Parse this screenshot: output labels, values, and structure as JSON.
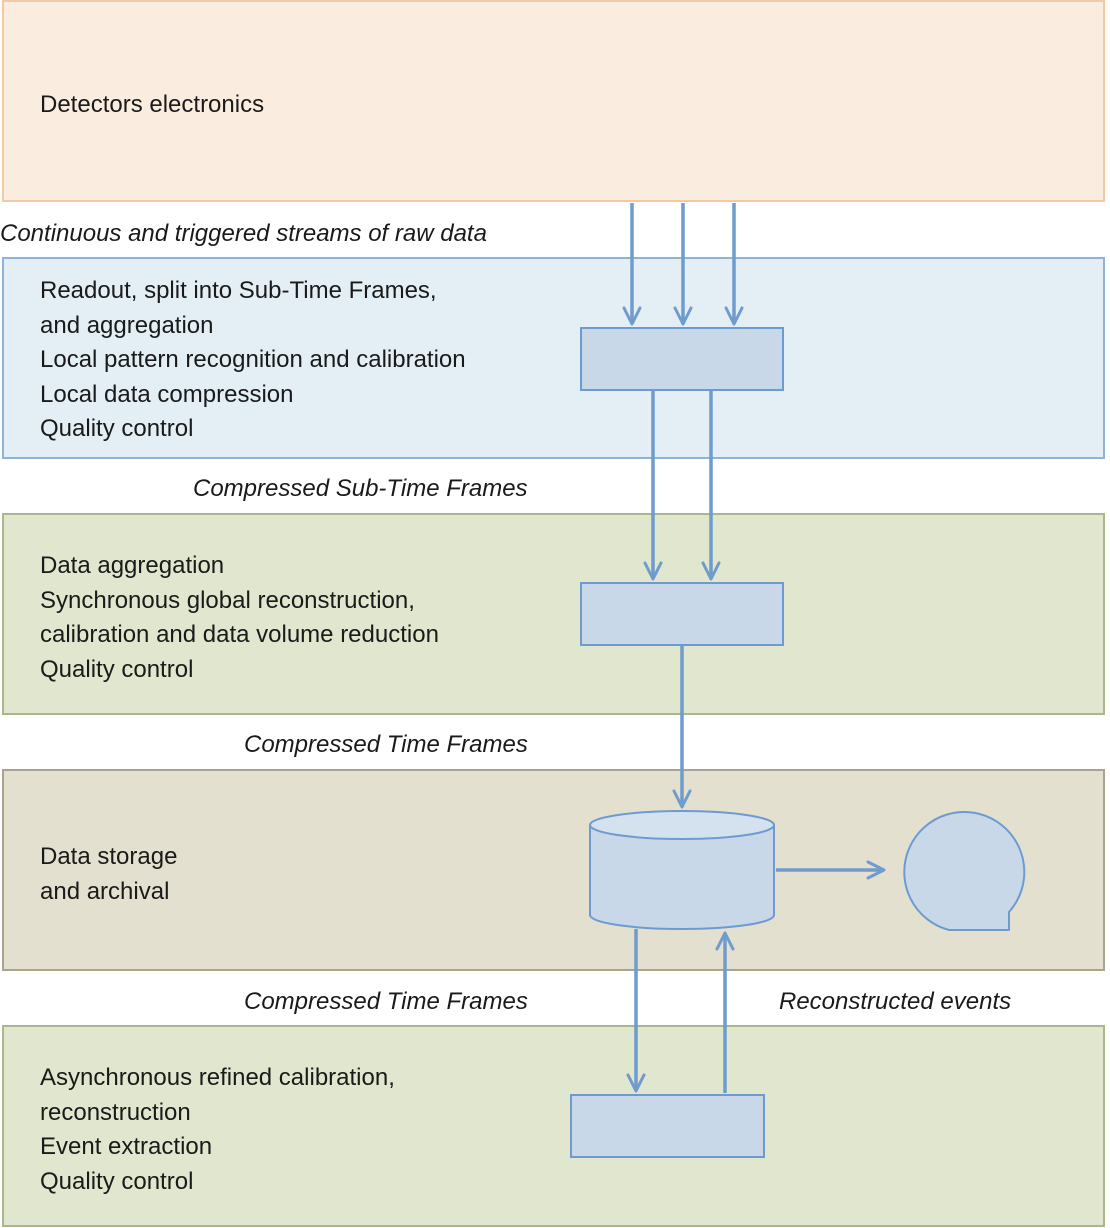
{
  "bands": {
    "detectors": {
      "lines": [
        "Detectors electronics"
      ]
    },
    "readout": {
      "lines": [
        "Readout, split into Sub-Time Frames,",
        "and aggregation",
        "Local pattern recognition and calibration",
        "Local data compression",
        "Quality control"
      ]
    },
    "sync": {
      "lines": [
        "Data aggregation",
        "Synchronous global reconstruction,",
        "calibration and data volume reduction",
        "Quality control"
      ]
    },
    "storage": {
      "lines": [
        "Data storage",
        "and archival"
      ]
    },
    "async": {
      "lines": [
        "Asynchronous  refined calibration,",
        "reconstruction",
        "Event extraction",
        "Quality control"
      ]
    }
  },
  "flow_labels": {
    "raw": "Continuous and triggered streams of raw data",
    "sub_tf": "Compressed Sub-Time Frames",
    "tf_1": "Compressed Time Frames",
    "tf_2": "Compressed Time Frames",
    "reco": "Reconstructed events"
  },
  "colors": {
    "node_fill": "#c8d8e8",
    "node_stroke": "#6d9bcf",
    "arrow": "#6f9ccd"
  }
}
